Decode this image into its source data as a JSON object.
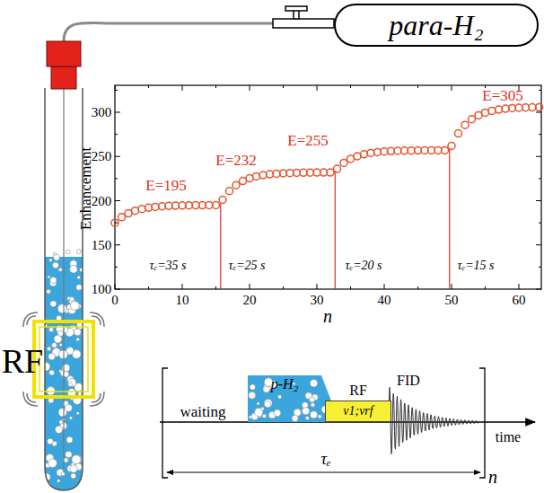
{
  "diagram": {
    "nodes": [
      {
        "text": [
          "para-H₂"
        ]
      },
      {
        "text": [
          "p-H₂"
        ]
      },
      {
        "text": [
          "RF",
          "ν1;νrf"
        ]
      }
    ],
    "labels": [
      "RF",
      "Enhancement",
      "100",
      "150",
      "200",
      "250",
      "300",
      "0",
      "10",
      "20",
      "30",
      "40",
      "50",
      "60",
      "n",
      "E=195",
      "E=232",
      "E=255",
      "E=305",
      "τₑ=35 s",
      "τₑ=25 s",
      "τₑ=20 s",
      "τₑ=15 s",
      "waiting",
      "FID",
      "time",
      "τₑ",
      "n"
    ]
  }
}
